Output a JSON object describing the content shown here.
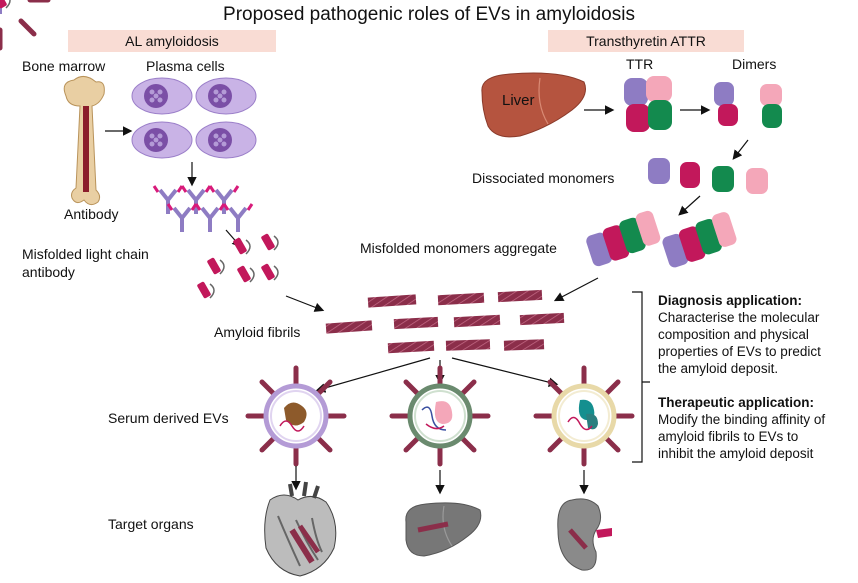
{
  "title": "Proposed pathogenic roles of EVs in amyloidosis",
  "sections": {
    "al": "AL amyloidosis",
    "attr": "Transthyretin ATTR"
  },
  "labels": {
    "bone_marrow": "Bone marrow",
    "plasma_cells": "Plasma cells",
    "antibody": "Antibody",
    "misfolded_lc_1": "Misfolded light chain",
    "misfolded_lc_2": "antibody",
    "liver": "Liver",
    "ttr": "TTR",
    "dimers": "Dimers",
    "dissociated": "Dissociated monomers",
    "aggregate": "Misfolded monomers aggregate",
    "fibrils": "Amyloid fibrils",
    "evs": "Serum derived EVs",
    "organs": "Target organs"
  },
  "diagnosis": {
    "heading": "Diagnosis application:",
    "lines": [
      "Characterise the molecular",
      "composition and physical",
      "properties of EVs to predict",
      "the amyloid deposit."
    ]
  },
  "therapeutic": {
    "heading": "Therapeutic application:",
    "lines": [
      "Modify the binding affinity of",
      "amyloid fibrils to EVs to",
      "inhibit the amyloid deposit"
    ]
  },
  "colors": {
    "pill": "#f9dcd4",
    "plasma_cell": "#b49bd6",
    "nucleus": "#7b4fa6",
    "ttr_purple": "#8e7cc3",
    "ttr_pink": "#f4a7b9",
    "ttr_red": "#c2185b",
    "ttr_green": "#138a4e",
    "fibril": "#8b2e4a",
    "liver": "#b5543f",
    "organ_gray": "#777777"
  }
}
